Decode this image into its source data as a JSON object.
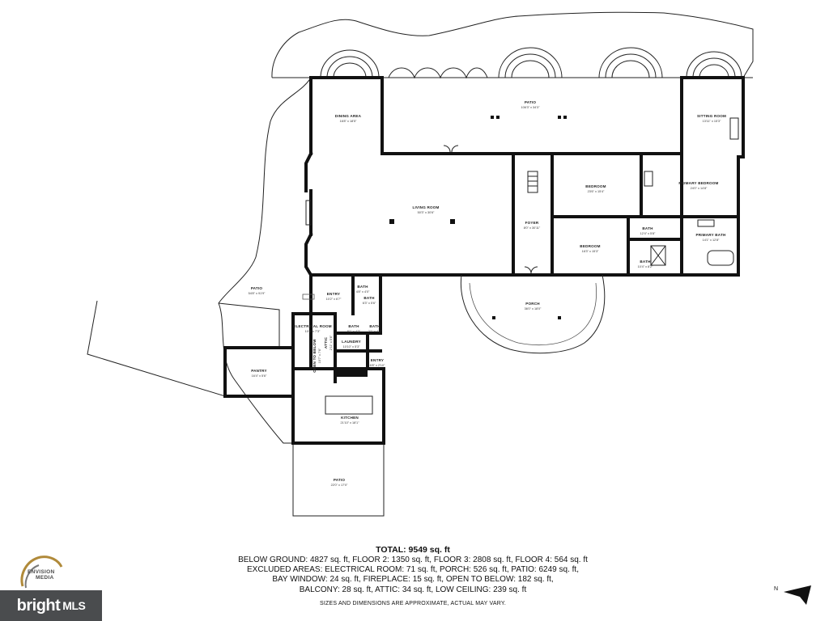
{
  "rooms": {
    "dining_area": {
      "name": "DINING AREA",
      "dims": "16'8\" x 18'5\""
    },
    "patio_top": {
      "name": "PATIO",
      "dims": "106'3\" x 34'3\""
    },
    "sitting_room": {
      "name": "SITTING ROOM",
      "dims": "13'11\" x 15'3\""
    },
    "living_room": {
      "name": "LIVING ROOM",
      "dims": "50'3\" x 30'6\""
    },
    "bedroom_1": {
      "name": "BEDROOM",
      "dims": "23'6\" x 15'4\""
    },
    "primary_bedroom": {
      "name": "PRIMARY BEDROOM",
      "dims": "24'0\" x 14'8\""
    },
    "foyer": {
      "name": "FOYER",
      "dims": "8'0\" x 30'11\""
    },
    "bath_a": {
      "name": "BATH",
      "dims": "12'4\" x 5'8\""
    },
    "primary_bath": {
      "name": "PRIMARY BATH",
      "dims": "14'1\" x 12'8\""
    },
    "bedroom_2": {
      "name": "BEDROOM",
      "dims": "16'3\" x 15'3\""
    },
    "bath_b": {
      "name": "BATH",
      "dims": "10'4\" x 8'2\""
    },
    "patio_left": {
      "name": "PATIO",
      "dims": "54'8\" x 91'9\""
    },
    "entry_1": {
      "name": "ENTRY",
      "dims": "10'2\" x 6'7\""
    },
    "bath_c": {
      "name": "BATH",
      "dims": "4'8\" x 4'0\""
    },
    "bath_d": {
      "name": "BATH",
      "dims": "6'3\" x 5'6\""
    },
    "porch": {
      "name": "PORCH",
      "dims": "36'0\" x 18'0\""
    },
    "electrical_room": {
      "name": "ELECTRICAL ROOM",
      "dims": "10'8\" x 7'3\""
    },
    "bath_e": {
      "name": "BATH",
      "dims": "8'1\" x 4'3\""
    },
    "bath_f": {
      "name": "BATH",
      "dims": "2'1\" x 4'3\""
    },
    "laundry": {
      "name": "LAUNDRY",
      "dims": "10'10\" x 5'3\""
    },
    "open_below": {
      "name": "OPEN TO BELOW",
      "dims": "10'7\" x 7'6\""
    },
    "entry_2": {
      "name": "ENTRY",
      "dims": "6'8\" x 2'10\""
    },
    "attic": {
      "name": "ATTIC",
      "dims": "2'11\" x 5'6\""
    },
    "pantry": {
      "name": "PANTRY",
      "dims": "16'4\" x 5'6\""
    },
    "kitchen": {
      "name": "KITCHEN",
      "dims": "21'10\" x 18'1\""
    },
    "patio_bottom": {
      "name": "PATIO",
      "dims": "22'0\" x 17'0\""
    }
  },
  "summary": {
    "total": "TOTAL: 9549 sq. ft",
    "line1": "BELOW GROUND: 4827 sq. ft, FLOOR 2: 1350 sq. ft, FLOOR 3: 2808 sq. ft, FLOOR 4: 564 sq. ft",
    "line2": "EXCLUDED AREAS: ELECTRICAL ROOM: 71 sq. ft, PORCH: 526 sq. ft, PATIO: 6249 sq. ft,",
    "line3": "BAY WINDOW: 24 sq. ft, FIREPLACE: 15 sq. ft, OPEN TO BELOW: 182 sq. ft,",
    "line4": "BALCONY: 28 sq. ft, ATTIC: 34 sq. ft, LOW CEILING: 239 sq. ft",
    "note": "SIZES AND DIMENSIONS ARE APPROXIMATE, ACTUAL MAY VARY."
  },
  "branding": {
    "envision_line1": "ENVISION",
    "envision_line2": "MEDIA",
    "bright_word": "bright",
    "mls_word": "MLS"
  },
  "compass": {
    "label": "N"
  },
  "icons": [
    "envision-media-logo-icon",
    "bright-mls-logo-icon",
    "north-arrow-icon"
  ]
}
